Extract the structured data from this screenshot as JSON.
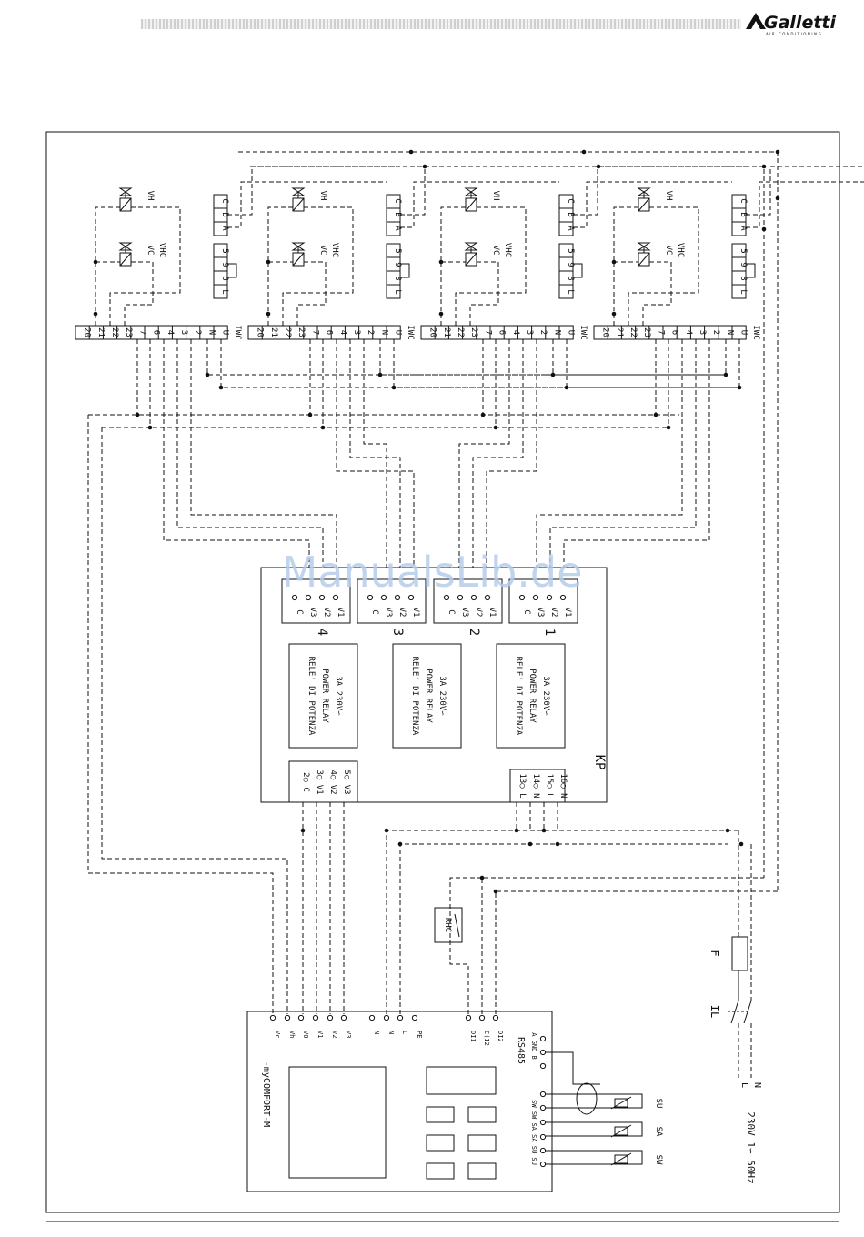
{
  "header": {
    "brand": "Galletti",
    "brand_sub": "AIR CONDITIONING"
  },
  "watermark": "ManualsLib.de",
  "colors": {
    "ink": "#111111",
    "watermark": "#b7cdea",
    "header_bar": "#cfcfcf"
  },
  "units": {
    "terminal_labels": [
      "20",
      "21",
      "22",
      "23",
      "7",
      "6",
      "4",
      "3",
      "2",
      "N",
      "U"
    ],
    "board_label": "IWC",
    "valves": [
      "VH",
      "VC",
      "VHC"
    ],
    "connector_abc": [
      "C",
      "B",
      "A"
    ],
    "connector_l895": [
      "L",
      "8",
      "9",
      "5"
    ]
  },
  "kp": {
    "name": "KP",
    "groups": [
      {
        "number": "4",
        "pins": [
          "C",
          "V3",
          "V2",
          "V1"
        ]
      },
      {
        "number": "3",
        "pins": [
          "C",
          "V3",
          "V2",
          "V1"
        ]
      },
      {
        "number": "2",
        "pins": [
          "C",
          "V3",
          "V2",
          "V1"
        ]
      },
      {
        "number": "1",
        "pins": [
          "C",
          "V3",
          "V2",
          "V1"
        ]
      }
    ],
    "relay_lines": [
      "RELE' DI POTENZA",
      "POWER RELAY",
      "3A 230V∽"
    ],
    "input_terminals": [
      "2○ C",
      "3○ V1",
      "4○ V2",
      "5○ V3"
    ],
    "power_terminals": [
      "13○ L",
      "14○ N",
      "15○ L",
      "16○ N"
    ]
  },
  "controller": {
    "name": "-myCOMFORT-M",
    "top_terminals": [
      "Vc",
      "Vh",
      "V0",
      "V1",
      "V2",
      "V3",
      "N",
      "N",
      "L",
      "PE",
      "DI1",
      "C(I2",
      "DI2"
    ],
    "rs485_label": "RS485",
    "rs485_pins": "A GND B",
    "sensor_pins": "SW SW SA SA SU SU"
  },
  "rhc_label": "RHC",
  "power": {
    "fuse": "F",
    "switch": "IL",
    "line_l": "L",
    "line_n": "N",
    "supply": "230V  1∽  50Hz"
  },
  "sensors": [
    "SU",
    "SA",
    "SW"
  ]
}
